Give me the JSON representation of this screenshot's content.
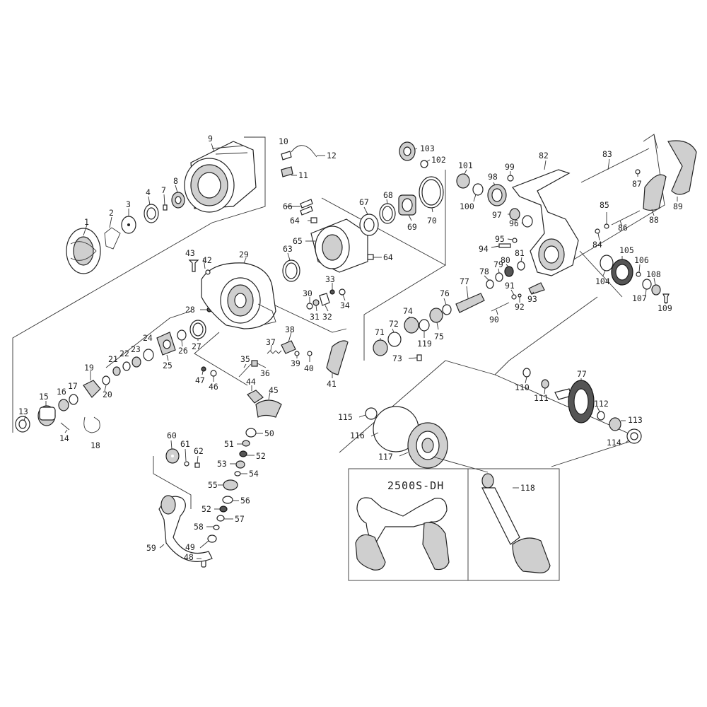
{
  "inset_title": "2500S-DH",
  "labels": {
    "p1": "1",
    "p2": "2",
    "p3": "3",
    "p4": "4",
    "p7": "7",
    "p8": "8",
    "p9": "9",
    "p10": "10",
    "p11": "11",
    "p12": "12",
    "p13": "13",
    "p14": "14",
    "p15": "15",
    "p16": "16",
    "p17": "17",
    "p18": "18",
    "p19": "19",
    "p20": "20",
    "p21": "21",
    "p22": "22",
    "p23": "23",
    "p24": "24",
    "p25": "25",
    "p26": "26",
    "p27": "27",
    "p28": "28",
    "p29": "29",
    "p30": "30",
    "p31": "31",
    "p32": "32",
    "p33": "33",
    "p34": "34",
    "p35": "35",
    "p36": "36",
    "p37": "37",
    "p38": "38",
    "p39": "39",
    "p40": "40",
    "p41": "41",
    "p42": "42",
    "p43": "43",
    "p44": "44",
    "p45": "45",
    "p46": "46",
    "p47": "47",
    "p48": "48",
    "p49": "49",
    "p50": "50",
    "p51": "51",
    "p52a": "52",
    "p52b": "52",
    "p53": "53",
    "p54": "54",
    "p55": "55",
    "p56": "56",
    "p57": "57",
    "p58": "58",
    "p59": "59",
    "p60": "60",
    "p61": "61",
    "p62": "62",
    "p63": "63",
    "p64a": "64",
    "p64b": "64",
    "p65": "65",
    "p66": "66",
    "p67": "67",
    "p68": "68",
    "p69": "69",
    "p70": "70",
    "p71": "71",
    "p72": "72",
    "p73": "73",
    "p74": "74",
    "p75": "75",
    "p76": "76",
    "p77a": "77",
    "p77b": "77",
    "p78": "78",
    "p79": "79",
    "p80": "80",
    "p81": "81",
    "p82": "82",
    "p83": "83",
    "p84": "84",
    "p85": "85",
    "p86": "86",
    "p87": "87",
    "p88": "88",
    "p89": "89",
    "p90": "90",
    "p91": "91",
    "p92": "92",
    "p93": "93",
    "p94": "94",
    "p95": "95",
    "p96": "96",
    "p97": "97",
    "p98": "98",
    "p99": "99",
    "p100": "100",
    "p101": "101",
    "p102": "102",
    "p103": "103",
    "p104": "104",
    "p105": "105",
    "p106": "106",
    "p107": "107",
    "p108": "108",
    "p109": "109",
    "p110": "110",
    "p111": "111",
    "p112": "112",
    "p113": "113",
    "p114": "114",
    "p115": "115",
    "p116": "116",
    "p117": "117",
    "p118": "118",
    "p119": "119"
  }
}
